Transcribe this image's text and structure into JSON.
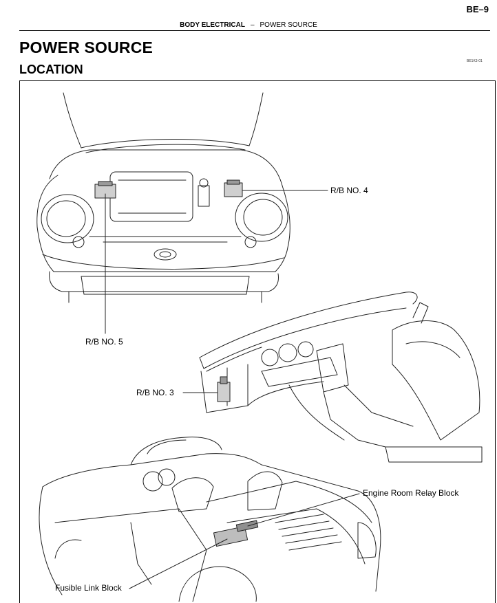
{
  "header": {
    "page_number": "BE–9",
    "section": "BODY ELECTRICAL",
    "separator": "–",
    "subsection": "POWER SOURCE"
  },
  "title": "POWER SOURCE",
  "subtitle": "LOCATION",
  "figure_code": "BE1K3-01",
  "callouts": {
    "rb4": "R/B NO. 4",
    "rb5": "R/B NO. 5",
    "rb3": "R/B NO. 3",
    "engine_relay": "Engine Room Relay Block",
    "fusible": "Fusible Link Block"
  }
}
